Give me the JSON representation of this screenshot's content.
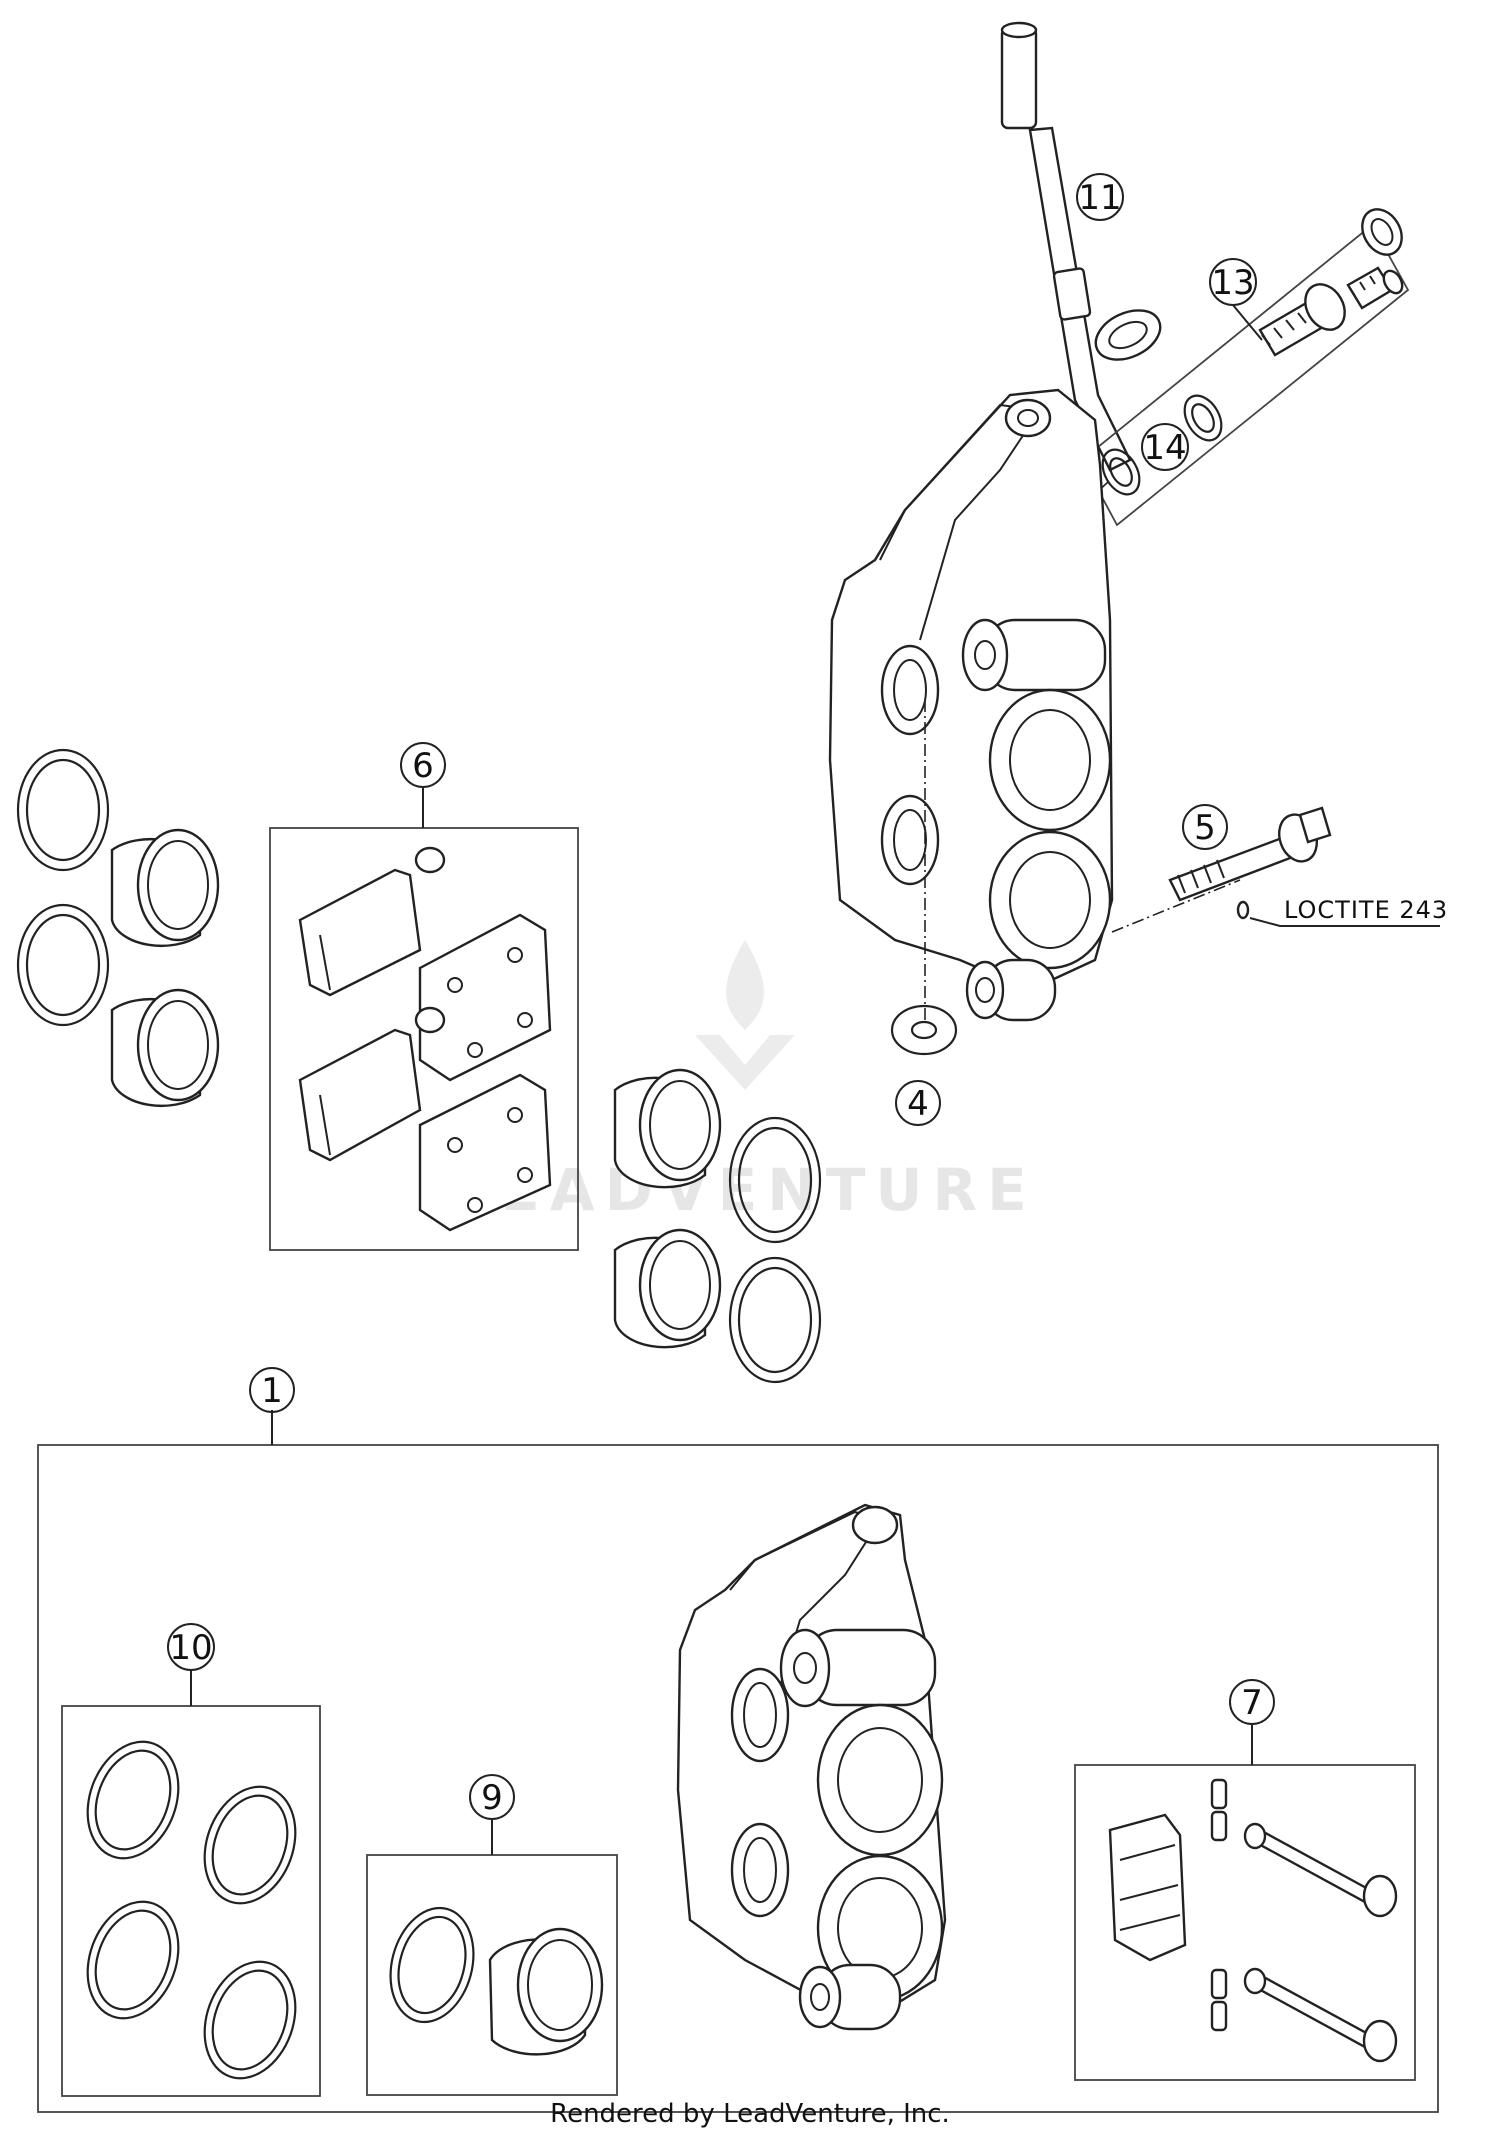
{
  "callouts": {
    "c1": "1",
    "c4": "4",
    "c5": "5",
    "c6": "6",
    "c7": "7",
    "c9": "9",
    "c10": "10",
    "c11": "11",
    "c13": "13",
    "c14": "14"
  },
  "notes": {
    "loctite": "LOCTITE 243"
  },
  "watermark": {
    "text": "LEADVENTURE"
  },
  "footer": {
    "credit": "Rendered by LeadVenture, Inc."
  }
}
